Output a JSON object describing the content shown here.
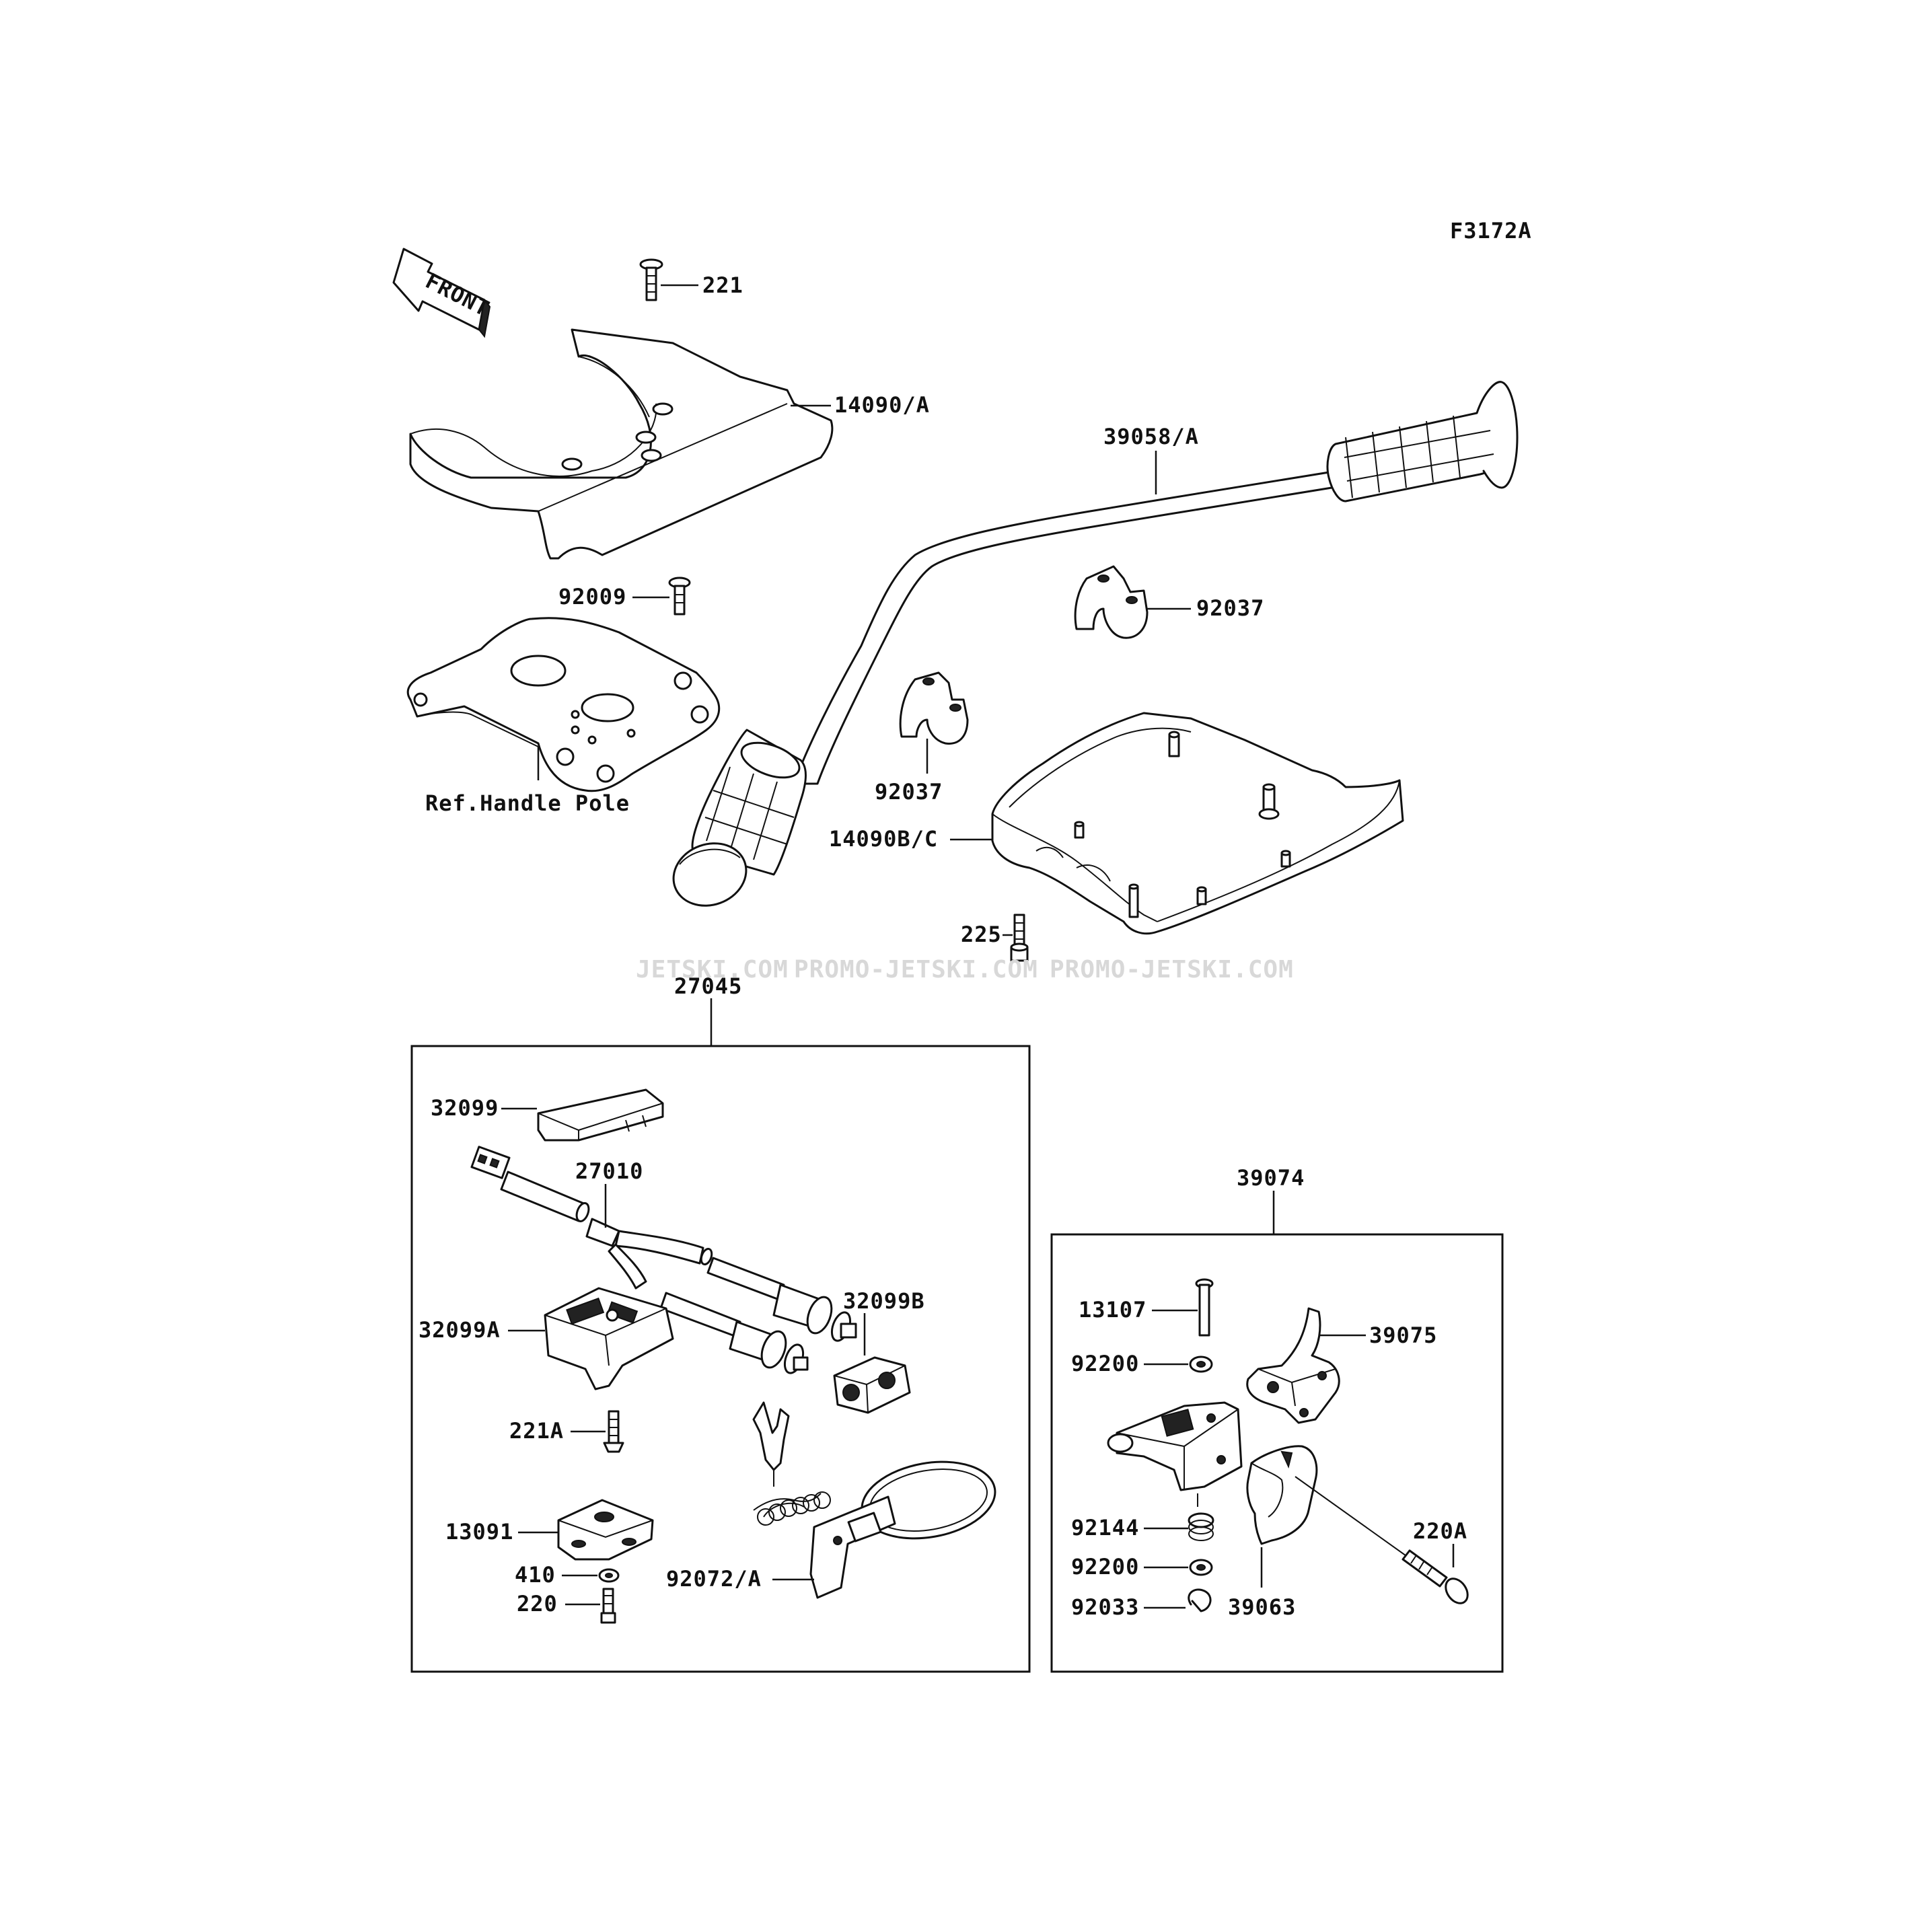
{
  "figure_code": "F3172A",
  "front_label": "FRONT",
  "ref_label": "Ref.Handle Pole",
  "watermarks": [
    "JETSKI.COM",
    "PROMO-JETSKI.COM",
    "PROMO-JETSKI.COM"
  ],
  "parts": {
    "p221": "221",
    "p14090a": "14090/A",
    "p39058a": "39058/A",
    "p92009": "92009",
    "p92037_right": "92037",
    "p92037_left": "92037",
    "p14090bc": "14090B/C",
    "p225": "225",
    "p27045": "27045",
    "p32099": "32099",
    "p27010": "27010",
    "p32099b": "32099B",
    "p32099a": "32099A",
    "p221a": "221A",
    "p13091": "13091",
    "p410": "410",
    "p220": "220",
    "p92072a": "92072/A",
    "p39074": "39074",
    "p13107": "13107",
    "p39075": "39075",
    "p92200_top": "92200",
    "p92144": "92144",
    "p92200_bottom": "92200",
    "p92033": "92033",
    "p39063": "39063",
    "p220a": "220A"
  }
}
